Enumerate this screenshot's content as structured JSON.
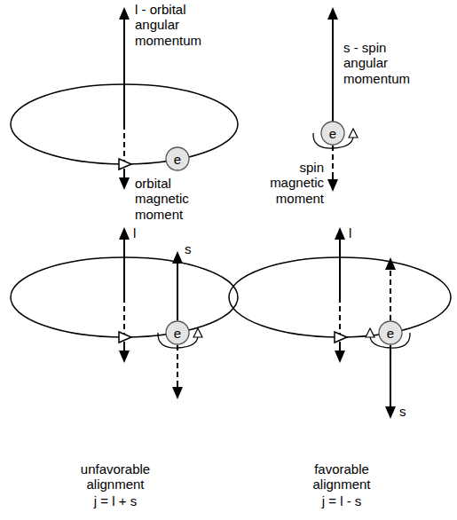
{
  "diagram": {
    "nodes": [
      {
        "text": [
          "e"
        ]
      },
      {
        "text": [
          "e"
        ]
      },
      {
        "text": [
          "e"
        ]
      },
      {
        "text": [
          "e"
        ]
      }
    ],
    "labels": [
      "l - orbital angular momentum",
      "orbital magnetic moment",
      "s - spin angular momentum",
      "spin magnetic moment",
      "l",
      "s",
      "unfavorable alignment",
      "j = l + s",
      "l",
      "s",
      "favorable alignment",
      "j = l - s"
    ]
  }
}
